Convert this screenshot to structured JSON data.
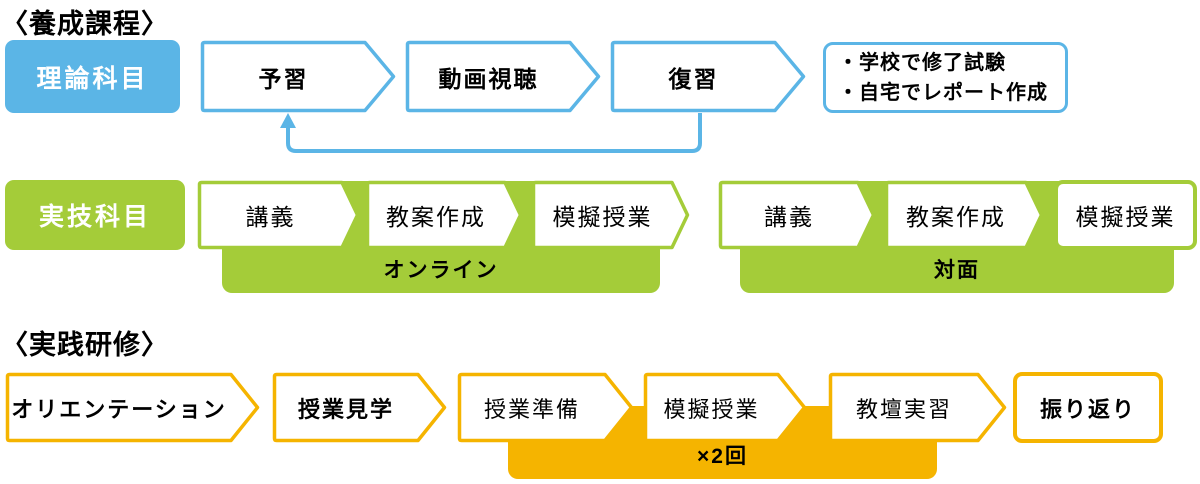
{
  "colors": {
    "blue": "#5BB5E6",
    "green": "#A4CC39",
    "orange": "#F5B400",
    "text": "#000000",
    "step_fill": "#FFFFFF"
  },
  "sections": {
    "training": {
      "heading": "〈養成課程〉",
      "theory": {
        "label": "理論科目",
        "steps": [
          "予習",
          "動画視聴",
          "復習"
        ],
        "note_lines": [
          "・学校で修了試験",
          "・自宅でレポート作成"
        ]
      },
      "practical": {
        "label": "実技科目",
        "online": {
          "steps": [
            "講義",
            "教案作成",
            "模擬授業"
          ],
          "band": "オンライン"
        },
        "in_person": {
          "steps": [
            "講義",
            "教案作成",
            "模擬授業"
          ],
          "band": "対面"
        }
      }
    },
    "practicum": {
      "heading": "〈実践研修〉",
      "steps": [
        "オリエンテーション",
        "授業見学",
        "授業準備",
        "模擬授業",
        "教壇実習",
        "振り返り"
      ],
      "band": "×2回"
    }
  }
}
